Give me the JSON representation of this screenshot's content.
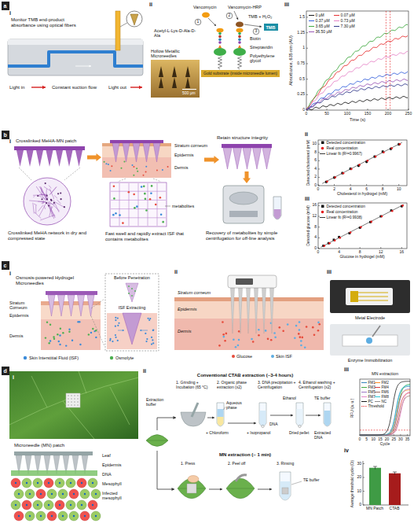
{
  "diagram": {
    "nodes": [
      {
        "text": [
          "a"
        ]
      },
      {
        "text": [
          "b"
        ]
      },
      {
        "text": [
          "c"
        ]
      },
      {
        "text": [
          "d"
        ]
      },
      {
        "text": [
          "TMB"
        ]
      },
      {
        "text": [
          "Gold substrate (inside microneedle lumen)"
        ]
      }
    ],
    "labels": [
      "i",
      "ii",
      "iii",
      "Monitor TMB end-product absorbance using optical fibers",
      "Light in",
      "Constant suction flow",
      "Light out",
      "Vancomycin",
      "Vancomycin-HRP",
      "TMB + H₂O₂",
      "Biotin",
      "Streptavidin",
      "Polyethylene glycol",
      "Acetyl-L-Lys-D-Ala-D-Ala",
      "1",
      "2",
      "3",
      "Hollow Metallic Microneedles",
      "500 µm",
      "Absorbance, 635 nm (AU)",
      "0",
      "0.25",
      "0.5",
      "0.75",
      "1",
      "1.25",
      "1.5",
      "0",
      "50",
      "100",
      "150",
      "200",
      "250",
      "Time (s)",
      "i",
      "ii",
      "iii",
      "Crosslinked MeHA-MN patch",
      "Crosslinked MeHA network in dry and compressed state",
      "Stratum corneum",
      "Epidermis",
      "Dermis",
      "metabolites",
      "Fast swell and rapidly extract ISF that contains metabolites",
      "Retain structure integrity",
      "Recovery of metabolites by simple centrifugation for off-line analysis",
      "Detected cholesterol (mM)",
      "0",
      "2",
      "4",
      "6",
      "8",
      "10",
      "0",
      "2",
      "4",
      "6",
      "8",
      "10",
      "Cholesterol in hydrogel (mM)",
      "Detected glucose (mM)",
      "0",
      "4",
      "8",
      "12",
      "16",
      "0",
      "4",
      "8",
      "12",
      "16",
      "Glucose in hydrogel (mM)",
      "i",
      "ii",
      "iii",
      "Osmosis-powered Hydrogel Microneedles",
      "Stratum Corneum",
      "Epidermis",
      "Dermis",
      "Before Penetration",
      "ISF Extracting",
      "Skin Interstitial Fluid (ISF)",
      "Osmolyte",
      "Stratum corneum",
      "Epidermis",
      "Dermis",
      "Glucose",
      "Skin ISF",
      "Metal Electrode",
      "Enzyme Immobilization",
      "i",
      "ii",
      "iii",
      "iv",
      "Microneedle (MN) patch",
      "Leaf",
      "Epidermis",
      "DNA",
      "Mesophyll",
      "Infected mesophyll",
      "Conventional CTAB extraction (~3-4 hours)",
      "1. Grinding + Incubation (65 °C)",
      "2. Organic phase extraction (x2)",
      "3. DNA precipitation + Centrifugation",
      "4. Ethanol washing + Centrifugation (x2)",
      "Extraction buffer",
      "+ Chloroform",
      "Aqueous phase",
      "+ Isopropanol",
      "DNA",
      "Ethanol",
      "Dried pellet",
      "TE buffer",
      "Extracted DNA",
      "MN extraction (~ 1 min)",
      "1. Press",
      "2. Peel off",
      "3. Rinsing",
      "TE buffer",
      "MN extraction",
      "RFU (a. u.)",
      "0",
      "5",
      "10",
      "15",
      "20",
      "25",
      "30",
      "35",
      "Cycle",
      "Average threshold cycle (Ct)",
      "0",
      "10",
      "20",
      "30",
      "MN Patch",
      "CTAB"
    ],
    "legend": [
      {
        "text": "0 µM"
      },
      {
        "text": "0.07 µM"
      },
      {
        "text": "0.37 µM"
      },
      {
        "text": "0.73 µM"
      },
      {
        "text": "3.65 µM"
      },
      {
        "text": "7.30 µM"
      },
      {
        "text": "36.50 µM"
      },
      {
        "text": "Detected concentration"
      },
      {
        "text": "Real concentration"
      },
      {
        "text": "Linear fit (R²=0.9967)"
      },
      {
        "text": "Detected concentration"
      },
      {
        "text": "Real concentration"
      },
      {
        "text": "Linear fit (R²=0.9938)"
      },
      {
        "text": "FM1"
      },
      {
        "text": "FM2"
      },
      {
        "text": "FM3"
      },
      {
        "text": "FM4"
      },
      {
        "text": "FM5"
      },
      {
        "text": "FM6"
      },
      {
        "text": "FM7"
      },
      {
        "text": "FM8"
      },
      {
        "text": "PC"
      },
      {
        "text": "NC"
      },
      {
        "text": "Threshold"
      }
    ]
  }
}
